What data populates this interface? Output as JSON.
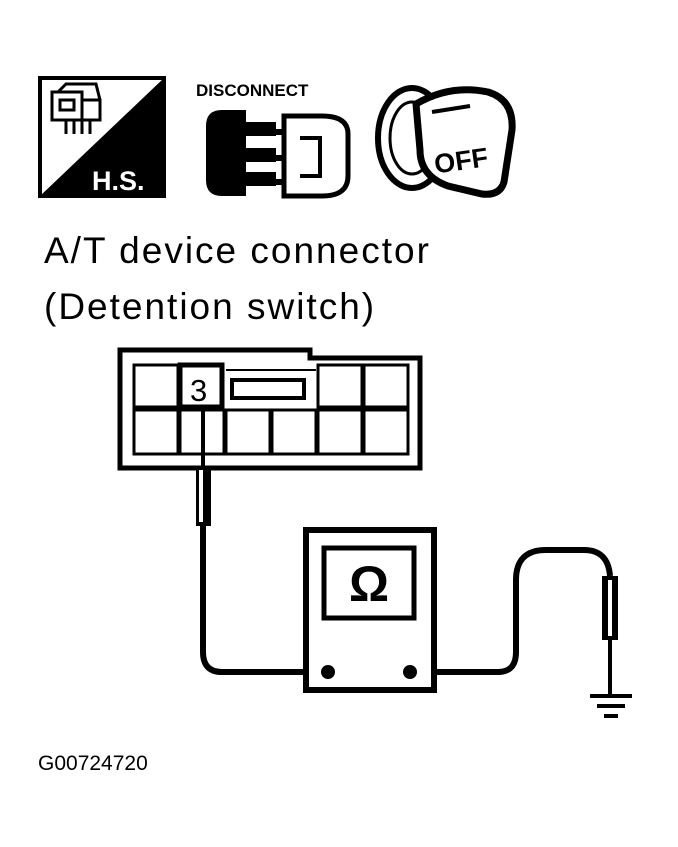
{
  "icons": {
    "harness_icon": {
      "name": "harness-connector-icon",
      "label": "H.S."
    },
    "disconnect_icon": {
      "name": "disconnect-connector-icon",
      "label": "DISCONNECT"
    },
    "ignition_icon": {
      "name": "ignition-key-icon",
      "label": "OFF"
    }
  },
  "title": {
    "line1": "A/T device connector",
    "line2": "(Detention switch)"
  },
  "connector": {
    "terminal_label": "3"
  },
  "meter": {
    "symbol": "Ω",
    "name": "ohmmeter"
  },
  "ground": {
    "name": "ground-symbol"
  },
  "figure_id": "G00724720",
  "colors": {
    "ink": "#000000",
    "paper": "#ffffff"
  }
}
